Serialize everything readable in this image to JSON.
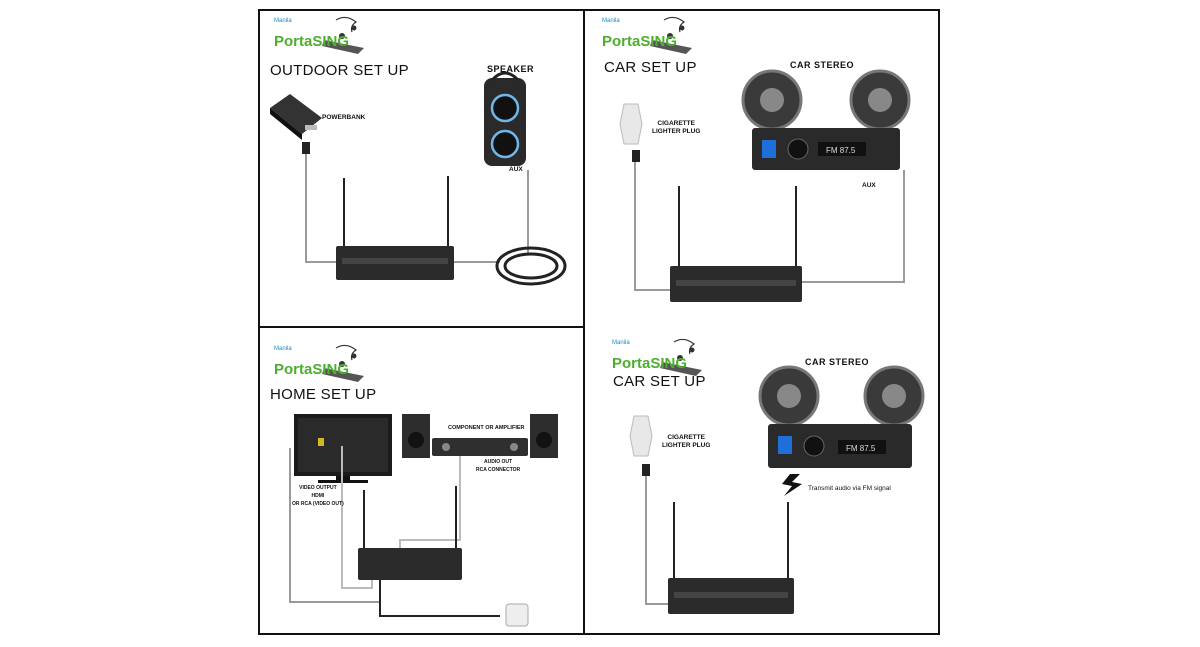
{
  "brand": {
    "logo_small": "Manila",
    "logo_text": "PortaSING"
  },
  "panels": {
    "outdoor": {
      "title": "OUTDOOR SET UP",
      "labels": {
        "powerbank": "POWERBANK",
        "speaker": "SPEAKER",
        "aux": "AUX"
      }
    },
    "home": {
      "title": "HOME SET UP",
      "labels": {
        "component": "COMPONENT OR AMPLIFIER",
        "audio_out_1": "AUDIO OUT",
        "audio_out_2": "RCA CONNECTOR",
        "video_out_1": "VIDEO OUTPUT",
        "video_out_2": "HDMI",
        "video_out_3": "OR RCA (VIDEO OUT)"
      }
    },
    "car_aux": {
      "title": "CAR SET UP",
      "labels": {
        "car_stereo": "CAR STEREO",
        "plug_1": "CIGARETTE",
        "plug_2": "LIGHTER PLUG",
        "aux": "AUX",
        "radio_display": "FM 87.5"
      }
    },
    "car_fm": {
      "title": "CAR SET UP",
      "labels": {
        "car_stereo": "CAR STEREO",
        "plug_1": "CIGARETTE",
        "plug_2": "LIGHTER PLUG",
        "transmit": "Transmit audio via FM signal",
        "radio_display": "FM 87.5"
      }
    }
  },
  "colors": {
    "logo_green": "#4caf2e",
    "logo_blue": "#1e88c8",
    "receiver": "#2b2b2b",
    "radio_blue": "#1e6fd9",
    "cable": "#9a9a9a"
  }
}
